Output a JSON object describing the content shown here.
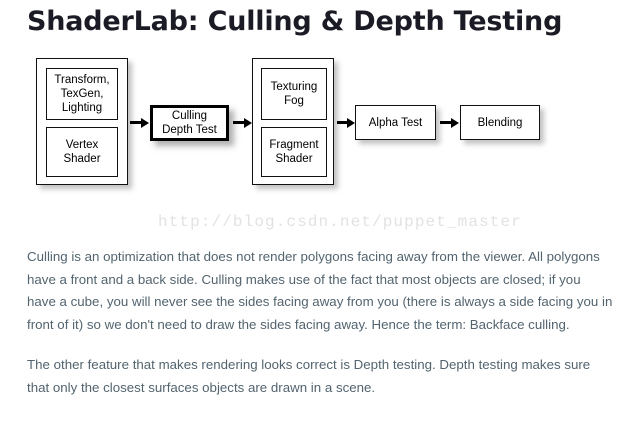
{
  "page": {
    "title": "ShaderLab: Culling & Depth Testing",
    "background_color": "#ffffff",
    "title_color": "#1b1b26",
    "body_text_color": "#53646f",
    "watermark_color": "#e2e2e2"
  },
  "watermark": {
    "text": "http://blog.csdn.net/puppet_master"
  },
  "diagram": {
    "name": "rendering-pipeline-diagram",
    "groups": [
      {
        "id": "vertex-stage-group",
        "boxes": [
          {
            "id": "transform-texgen-lighting-box",
            "label": "Transform,\nTexGen,\nLighting"
          },
          {
            "id": "vertex-shader-box",
            "label": "Vertex\nShader"
          }
        ]
      },
      {
        "id": "fragment-stage-group",
        "boxes": [
          {
            "id": "texturing-fog-box",
            "label": "Texturing\nFog"
          },
          {
            "id": "fragment-shader-box",
            "label": "Fragment\nShader"
          }
        ]
      }
    ],
    "standalone_boxes": [
      {
        "id": "culling-depth-test-box",
        "label": "Culling\nDepth Test",
        "highlighted": true
      },
      {
        "id": "alpha-test-box",
        "label": "Alpha Test",
        "highlighted": false
      },
      {
        "id": "blending-box",
        "label": "Blending",
        "highlighted": false
      }
    ],
    "arrows": [
      {
        "id": "arrow-vertex-to-culling"
      },
      {
        "id": "arrow-culling-to-fragment"
      },
      {
        "id": "arrow-fragment-to-alpha"
      },
      {
        "id": "arrow-alpha-to-blending"
      }
    ]
  },
  "body": {
    "paragraphs": [
      "Culling is an optimization that does not render polygons facing away from the viewer. All polygons have a front and a back side. Culling makes use of the fact that most objects are closed; if you have a cube, you will never see the sides facing away from you (there is always a side facing you in front of it) so we don't need to draw the sides facing away. Hence the term: Backface culling.",
      "The other feature that makes rendering looks correct is Depth testing. Depth testing makes sure that only the closest surfaces objects are drawn in a scene."
    ]
  }
}
